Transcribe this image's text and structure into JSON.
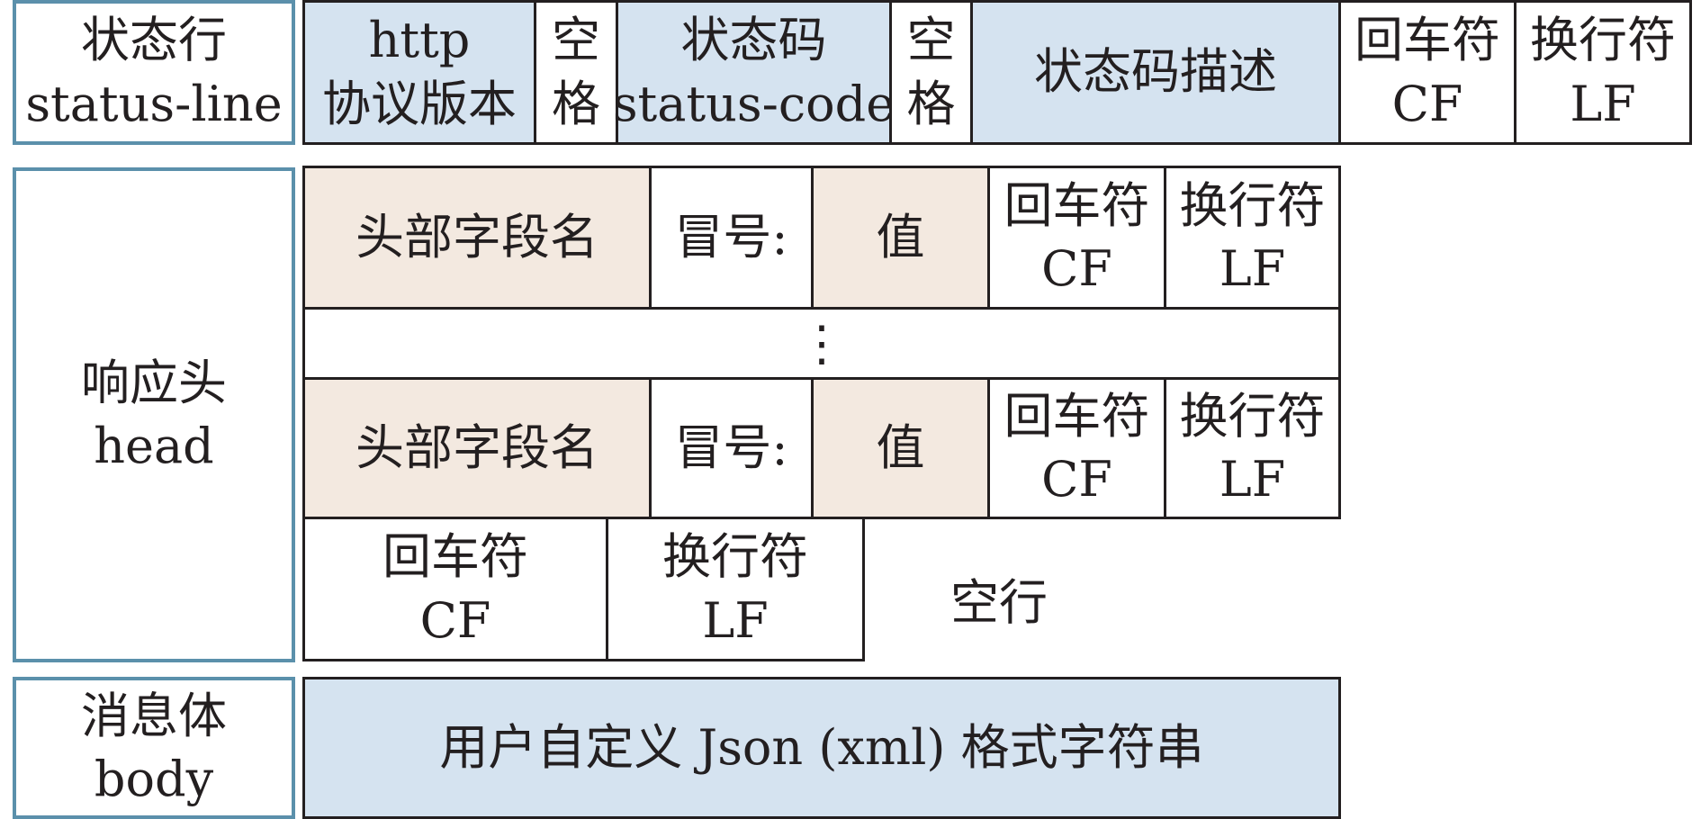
{
  "labels": {
    "status_line": {
      "cn": "状态行",
      "en": "status-line"
    },
    "head": {
      "cn": "响应头",
      "en": "head"
    },
    "body": {
      "cn": "消息体",
      "en": "body"
    }
  },
  "status_row": {
    "http_version": {
      "line1": "http",
      "line2": "协议版本"
    },
    "space1": {
      "line1": "空",
      "line2": "格"
    },
    "status_code": {
      "line1": "状态码",
      "line2": "status-code"
    },
    "space2": {
      "line1": "空",
      "line2": "格"
    },
    "status_desc": "状态码描述",
    "cr": {
      "line1": "回车符",
      "line2": "CF"
    },
    "lf": {
      "line1": "换行符",
      "line2": "LF"
    }
  },
  "header_rows": [
    {
      "field_name": "头部字段名",
      "colon": "冒号:",
      "value": "值",
      "cr": {
        "line1": "回车符",
        "line2": "CF"
      },
      "lf": {
        "line1": "换行符",
        "line2": "LF"
      }
    },
    {
      "field_name": "头部字段名",
      "colon": "冒号:",
      "value": "值",
      "cr": {
        "line1": "回车符",
        "line2": "CF"
      },
      "lf": {
        "line1": "换行符",
        "line2": "LF"
      }
    }
  ],
  "ellipsis": "⋮",
  "blank_line": {
    "cr": {
      "line1": "回车符",
      "line2": "CF"
    },
    "lf": {
      "line1": "换行符",
      "line2": "LF"
    },
    "label": "空行"
  },
  "body_content": "用户自定义 Json (xml) 格式字符串",
  "colors": {
    "label_border": "#5b90ab",
    "blue_fill": "#d5e3f0",
    "tan_fill": "#f3e9e0",
    "line": "#231f20"
  }
}
